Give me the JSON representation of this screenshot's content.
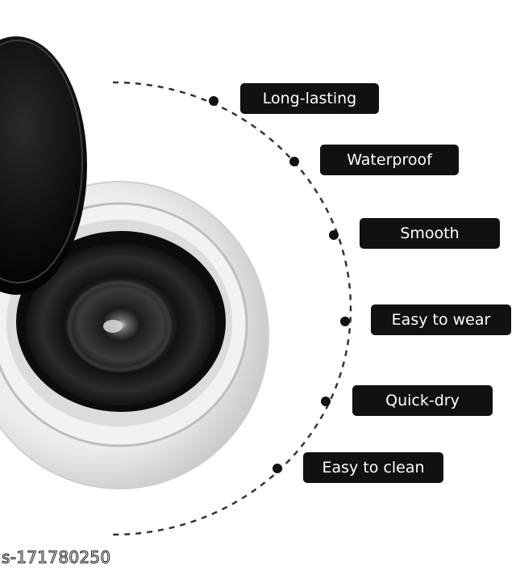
{
  "features": [
    {
      "label": "Long-lasting"
    },
    {
      "label": "Waterproof"
    },
    {
      "label": "Smooth"
    },
    {
      "label": "Easy to wear"
    },
    {
      "label": "Quick-dry"
    },
    {
      "label": "Easy to clean"
    }
  ],
  "watermark": "s-171780250",
  "colors": {
    "tag_background": "#111111",
    "tag_text": "#ffffff",
    "dash_line": "#333333",
    "gel_black": "#0a0a0a",
    "jar_rim": "#e6e6e6"
  }
}
